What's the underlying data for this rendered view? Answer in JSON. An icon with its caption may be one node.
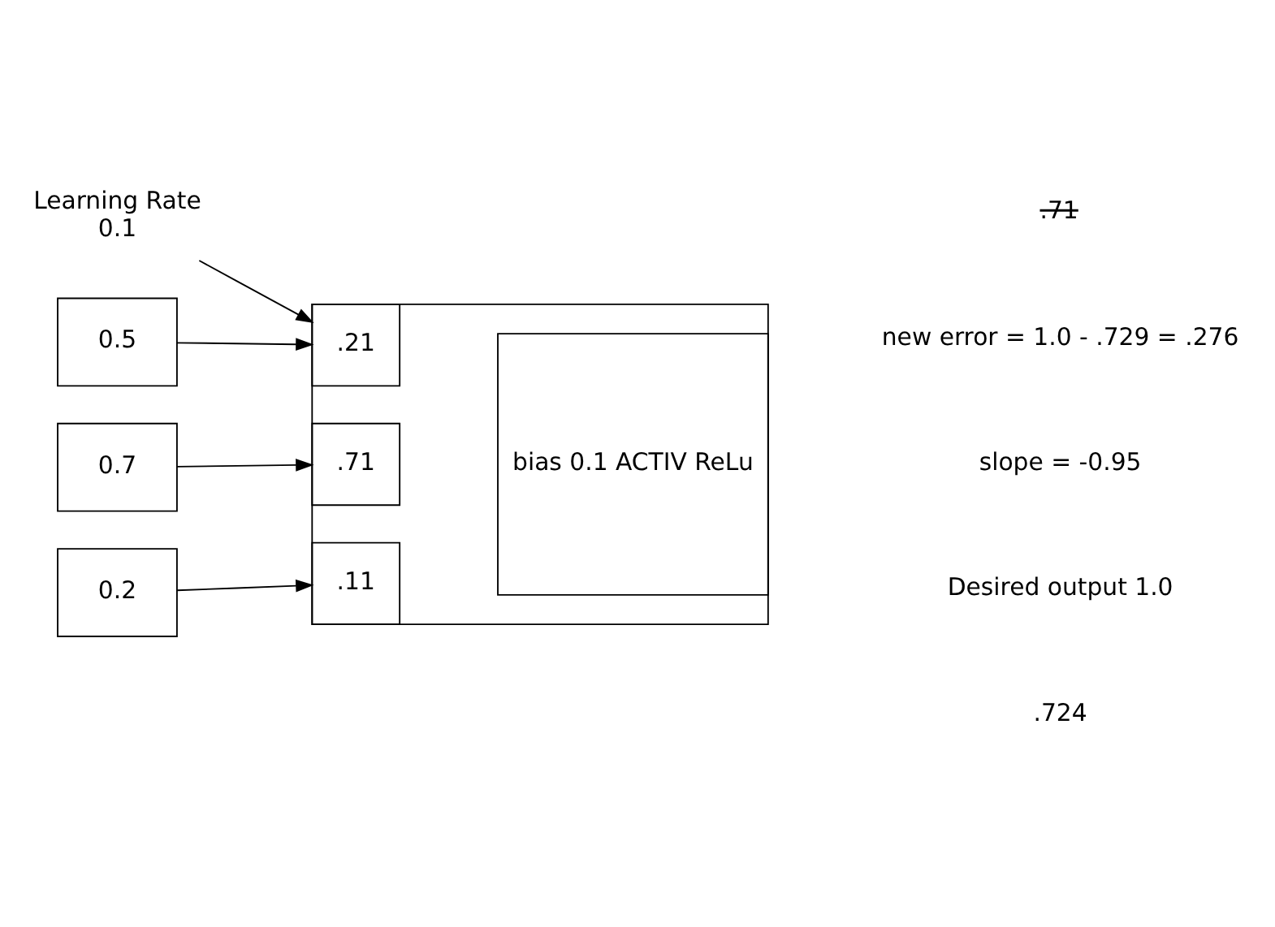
{
  "diagram": {
    "nodes": [
      {
        "text": [
          "0.5"
        ]
      },
      {
        "text": [
          "0.7"
        ]
      },
      {
        "text": [
          "0.2"
        ]
      },
      {
        "text": [],
        "shape": "box"
      },
      {
        "text": [
          ".21"
        ],
        "in": 3
      },
      {
        "text": [
          ".71"
        ],
        "in": 3
      },
      {
        "text": [
          ".11"
        ],
        "in": 3
      },
      {
        "text": [
          "bias 0.1 ACTIV ReLu"
        ],
        "in": 3
      },
      {
        "text": [
          "Learning Rate",
          "0.1"
        ]
      }
    ],
    "edges": [
      {
        "from": 0,
        "to": 4,
        "arrow": "to"
      },
      {
        "from": 1,
        "to": 5,
        "arrow": "to"
      },
      {
        "from": 2,
        "to": 6,
        "arrow": "to"
      },
      {
        "from": 8,
        "to": 4,
        "arrow": "to"
      }
    ],
    "labels": [
      "Desired output 1.0",
      ".724",
      ".71",
      "new error = 1.0 - .729 = .276",
      "slope = -0.95"
    ]
  }
}
